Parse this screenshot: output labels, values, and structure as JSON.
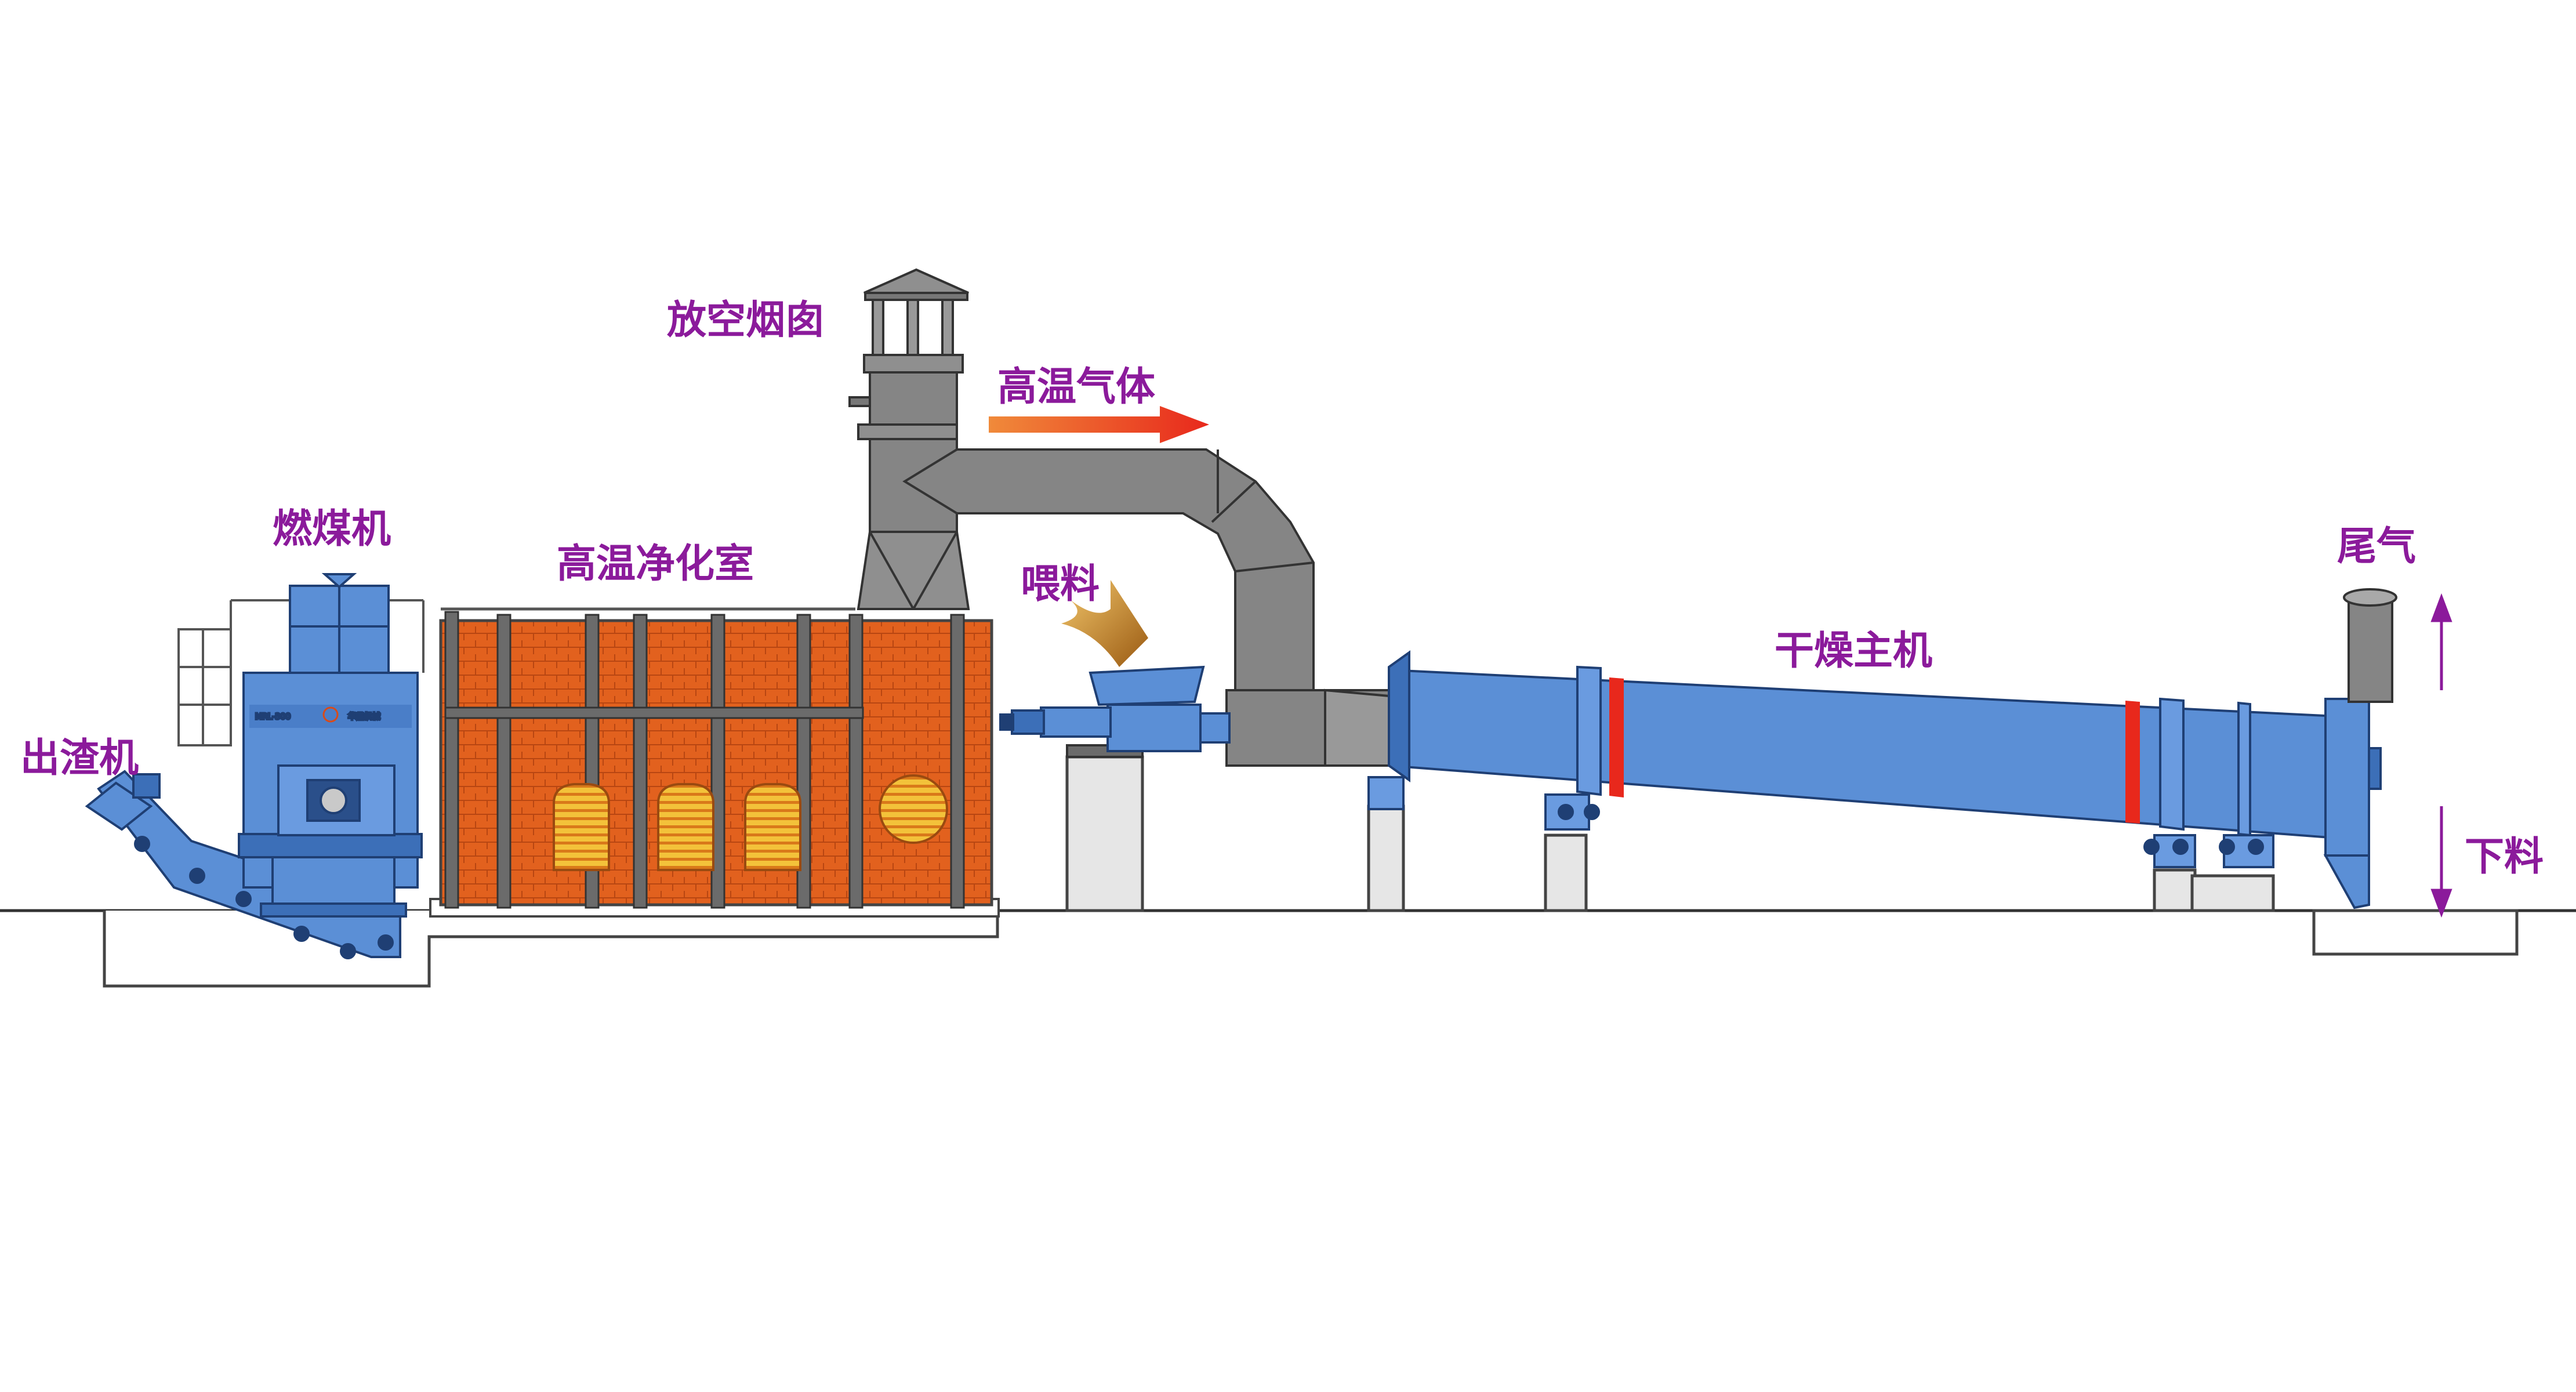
{
  "labels": {
    "slag_remover": "出渣机",
    "coal_burner": "燃煤机",
    "purification_chamber": "高温净化室",
    "chimney": "放空烟囱",
    "hot_gas": "高温气体",
    "feeding": "喂料",
    "dryer": "干燥主机",
    "exhaust": "尾气",
    "discharge": "下料"
  },
  "nameplate": {
    "model": "MRL-300",
    "brand": "华鼎机械"
  },
  "colors": {
    "label": "#8b1a9b",
    "machine_blue": "#5b8fd6",
    "brick_orange": "#e2611e",
    "duct_gray": "#858585",
    "band_red": "#e8281c"
  }
}
